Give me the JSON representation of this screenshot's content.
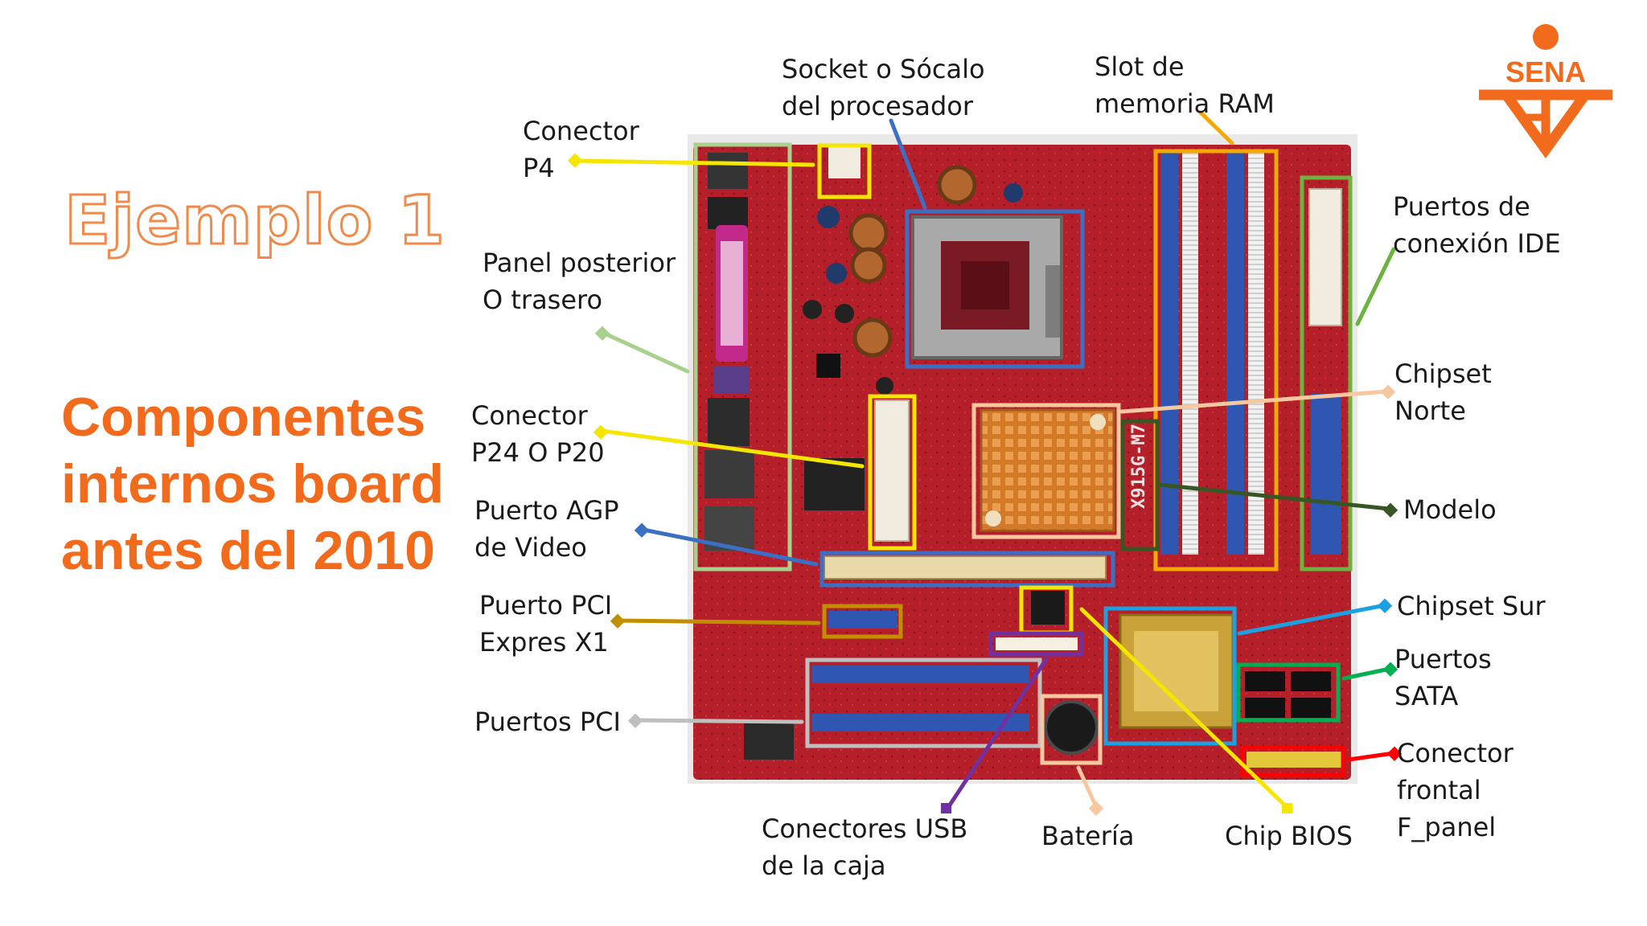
{
  "slide": {
    "title": "Ejemplo 1",
    "heading": [
      "Componentes",
      "internos board",
      "antes del 2010"
    ]
  },
  "logo": {
    "text": "SENA",
    "color": "#f26a1c"
  },
  "labels": {
    "conector_p4": [
      "Conector",
      "P4"
    ],
    "socket": [
      "Socket o Sócalo",
      "del procesador"
    ],
    "slot_ram": [
      "Slot de",
      "memoria RAM"
    ],
    "panel_posterior": [
      "Panel posterior",
      "O trasero"
    ],
    "puertos_ide": [
      "Puertos de",
      "conexión IDE"
    ],
    "chipset_norte": [
      "Chipset",
      "Norte"
    ],
    "conector_p24": [
      "Conector",
      "P24 O P20"
    ],
    "modelo": [
      "Modelo"
    ],
    "puerto_agp": [
      "Puerto AGP",
      "de Video"
    ],
    "chipset_sur": [
      "Chipset Sur"
    ],
    "puerto_pci_express": [
      "Puerto PCI",
      "Expres X1"
    ],
    "puertos_sata": [
      "Puertos",
      "SATA"
    ],
    "puertos_pci": [
      "Puertos PCI"
    ],
    "conector_frontal": [
      "Conector",
      "frontal",
      "F_panel"
    ],
    "conectores_usb": [
      "Conectores USB",
      "de la caja"
    ],
    "bateria": [
      "Batería"
    ],
    "chip_bios": [
      "Chip BIOS"
    ]
  },
  "board": {
    "model_marking": "X915G-M7"
  },
  "colors": {
    "accent_orange": "#f26a1c",
    "pcb_red": "#b5202a",
    "p4": "#f5e600",
    "socket": "#3b6fc4",
    "ram": "#f5a800",
    "panel": "#a9d18e",
    "ide": "#6db33f",
    "norte": "#f7c8a0",
    "p24": "#f5e600",
    "modelo": "#375623",
    "agp": "#3b6fc4",
    "sur": "#1ba1e2",
    "pcie": "#bf8f00",
    "sata": "#00b050",
    "pci": "#bfbfbf",
    "frontal": "#ff0000",
    "usb": "#7030a0",
    "bateria": "#f7c8a0",
    "bios": "#f5e600"
  }
}
